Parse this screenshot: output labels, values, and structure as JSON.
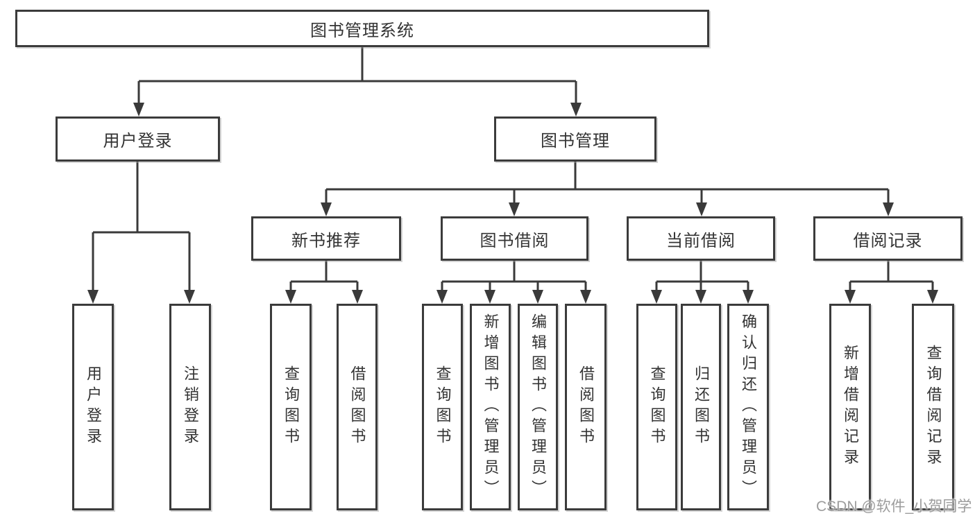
{
  "tree": {
    "root": "图书管理系统",
    "level2": [
      "用户登录",
      "图书管理"
    ],
    "level3": [
      "新书推荐",
      "图书借阅",
      "当前借阅",
      "借阅记录"
    ],
    "leaves": {
      "user_login": [
        "用户登录",
        "注销登录"
      ],
      "new_books": [
        "查询图书",
        "借阅图书"
      ],
      "book_borrow": [
        "查询图书",
        "新增图书（管理员）",
        "编辑图书（管理员）",
        "借阅图书"
      ],
      "current_borrow": [
        "查询图书",
        "归还图书",
        "确认归还（管理员）"
      ],
      "borrow_records": [
        "新增借阅记录",
        "查询借阅记录"
      ]
    }
  },
  "watermark": {
    "text": "CSDN @软件_小贺同学"
  },
  "colors": {
    "line": "#3a3a3a",
    "text": "#333333",
    "box_bg": "#ffffff",
    "watermark": "#9c9c9c"
  }
}
